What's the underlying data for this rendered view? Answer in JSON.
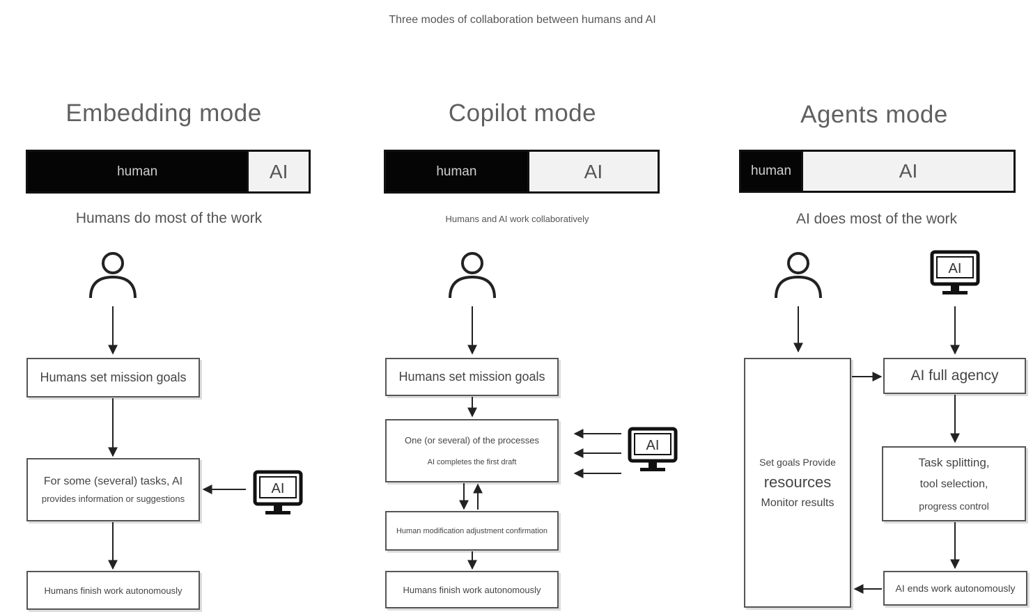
{
  "caption": "Three modes of collaboration between humans and AI",
  "modes": [
    {
      "title": "Embedding mode",
      "bar": {
        "human": "human",
        "ai": "AI",
        "human_share": 0.78
      },
      "subtitle": "Humans do most of the work",
      "ai_icon_label": "AI",
      "steps": [
        "Humans set mission goals",
        "For some (several) tasks, AI",
        "provides information or suggestions",
        "Humans finish work autonomously"
      ]
    },
    {
      "title": "Copilot mode",
      "bar": {
        "human": "human",
        "ai": "AI",
        "human_share": 0.52
      },
      "subtitle": "Humans and AI work collaboratively",
      "ai_icon_label": "AI",
      "steps": [
        "Humans set mission goals",
        "One (or several) of the processes",
        "AI completes the first draft",
        "Human modification adjustment confirmation",
        "Humans finish work autonomously"
      ]
    },
    {
      "title": "Agents mode",
      "bar": {
        "human": "human",
        "ai": "AI",
        "human_share": 0.22
      },
      "subtitle": "AI does most of the work",
      "ai_icon_label": "AI",
      "human_box": [
        "Set goals Provide",
        "resources",
        "Monitor results"
      ],
      "steps": [
        "AI full agency",
        "Task splitting,",
        "tool selection,",
        "progress control",
        "AI ends work autonomously"
      ]
    }
  ],
  "colors": {
    "bar_dark": "#050505",
    "bar_light": "#f2f2f2",
    "line": "#222222",
    "box_border": "#555555"
  }
}
